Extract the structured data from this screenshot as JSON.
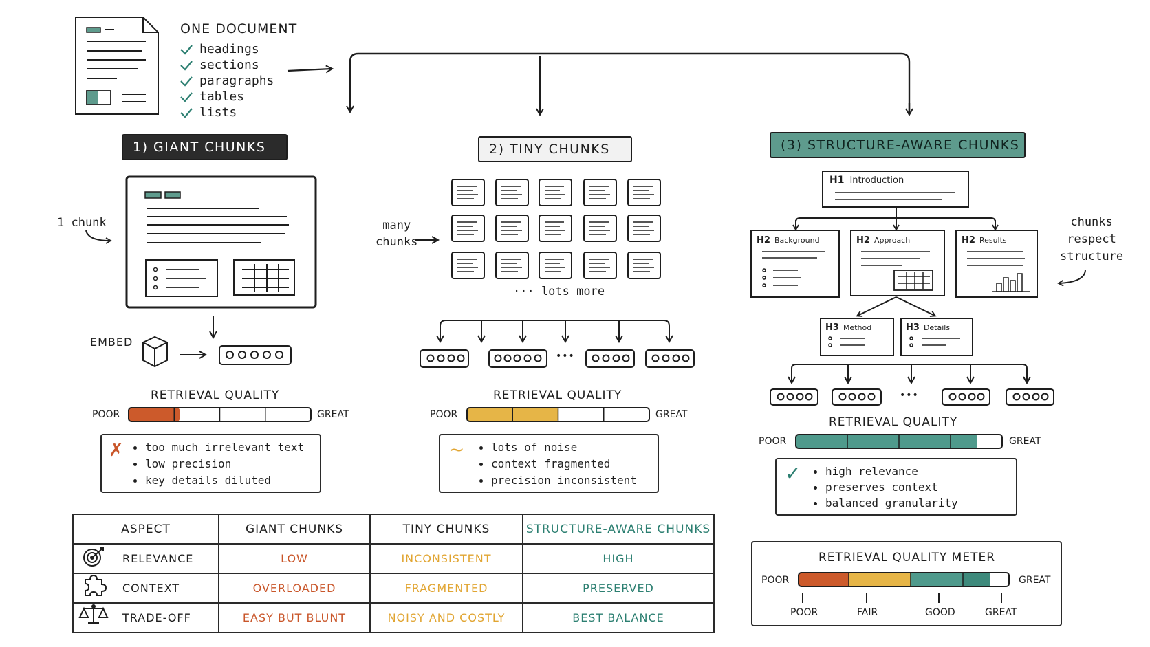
{
  "document": {
    "title": "ONE DOCUMENT",
    "items": [
      "headings",
      "sections",
      "paragraphs",
      "tables",
      "lists"
    ]
  },
  "columns": [
    {
      "title": "1) GIANT CHUNKS",
      "side_label": "1 chunk",
      "embed_label": "EMBED",
      "quality_title": "RETRIEVAL QUALITY",
      "scale_low": "POOR",
      "scale_high": "GREAT",
      "quality_fraction": 0.28,
      "quality_color": "#cc5a2b",
      "notes": [
        "too much irrelevant text",
        "low precision",
        "key details diluted"
      ],
      "note_mark": "✗",
      "note_mark_color": "#c9562a"
    },
    {
      "title": "2) TINY CHUNKS",
      "side_label_line1": "many",
      "side_label_line2": "chunks",
      "more_label": "··· lots more",
      "ellipsis": "•••",
      "quality_title": "RETRIEVAL QUALITY",
      "scale_low": "POOR",
      "scale_high": "GREAT",
      "quality_fraction": 0.5,
      "quality_color": "#e6b547",
      "notes": [
        "lots of noise",
        "context fragmented",
        "precision inconsistent"
      ],
      "note_mark": "~",
      "note_mark_color": "#e1a532"
    },
    {
      "title": "(3) STRUCTURE-AWARE CHUNKS",
      "side_label_line1": "chunks",
      "side_label_line2": "respect",
      "side_label_line3": "structure",
      "tree": {
        "h1": {
          "tag": "H1",
          "label": "Introduction"
        },
        "h2": [
          {
            "tag": "H2",
            "label": "Background"
          },
          {
            "tag": "H2",
            "label": "Approach"
          },
          {
            "tag": "H2",
            "label": "Results"
          }
        ],
        "h3": [
          {
            "tag": "H3",
            "label": "Method"
          },
          {
            "tag": "H3",
            "label": "Details"
          }
        ]
      },
      "ellipsis": "•••",
      "quality_title": "RETRIEVAL QUALITY",
      "scale_low": "POOR",
      "scale_high": "GREAT",
      "quality_fraction": 0.88,
      "quality_color": "#4f9a8c",
      "notes": [
        "high relevance",
        "preserves context",
        "balanced granularity"
      ],
      "note_mark": "✓",
      "note_mark_color": "#2c7f71"
    }
  ],
  "table": {
    "headers": [
      "ASPECT",
      "GIANT CHUNKS",
      "TINY CHUNKS",
      "STRUCTURE-AWARE CHUNKS"
    ],
    "rows": [
      {
        "icon": "target-icon",
        "aspect": "RELEVANCE",
        "giant": "LOW",
        "tiny": "INCONSISTENT",
        "structure": "HIGH"
      },
      {
        "icon": "puzzle-icon",
        "aspect": "CONTEXT",
        "giant": "OVERLOADED",
        "tiny": "FRAGMENTED",
        "structure": "PRESERVED"
      },
      {
        "icon": "scale-icon",
        "aspect": "TRADE-OFF",
        "giant": "EASY BUT BLUNT",
        "tiny": "NOISY AND COSTLY",
        "structure": "BEST BALANCE"
      }
    ]
  },
  "meter": {
    "title": "RETRIEVAL QUALITY METER",
    "scale_low": "POOR",
    "scale_high": "GREAT",
    "ticks": [
      "POOR",
      "FAIR",
      "GOOD",
      "GREAT"
    ],
    "segment_colors": [
      "#cc5a2b",
      "#e6b547",
      "#4f9a8c",
      "#3e8a7c"
    ]
  },
  "colors": {
    "orange": "#cc5a2b",
    "yellow": "#e6b547",
    "teal": "#4f9a8c",
    "ink": "#1e1e1e"
  }
}
